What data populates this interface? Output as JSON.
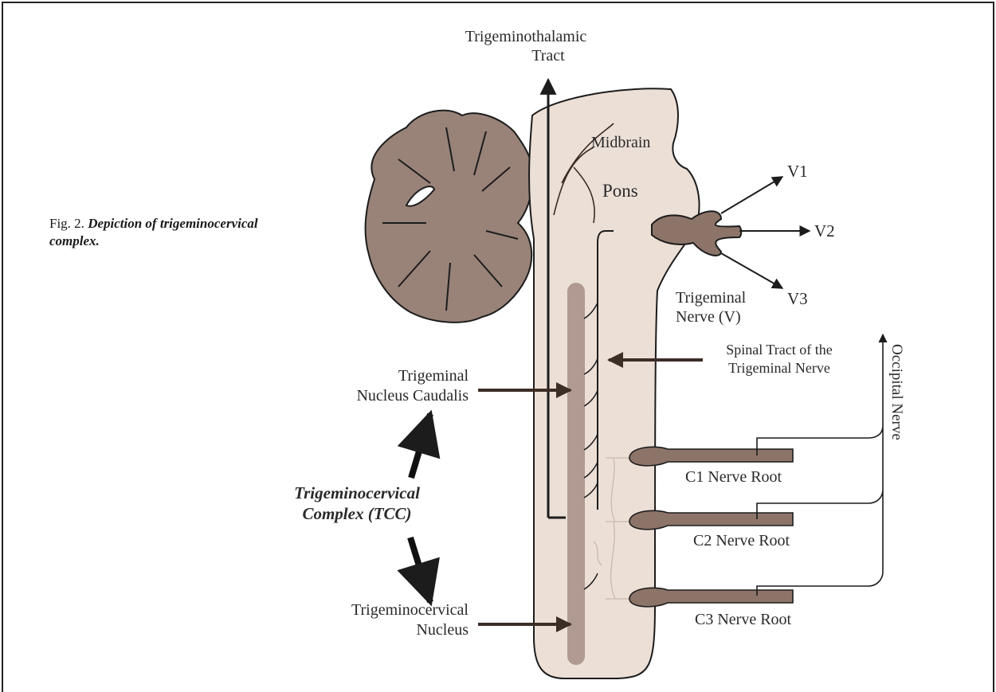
{
  "caption": {
    "figure_label": "Fig. 2.",
    "title": "Depiction of trigeminocervical complex."
  },
  "labels": {
    "trigeminothalamic_line1": "Trigeminothalamic",
    "trigeminothalamic_line2": "Tract",
    "midbrain": "Midbrain",
    "pons": "Pons",
    "v1": "V1",
    "v2": "V2",
    "v3": "V3",
    "trigeminal_nerve_line1": "Trigeminal",
    "trigeminal_nerve_line2": "Nerve (V)",
    "spinal_tract_line1": "Spinal Tract of the",
    "spinal_tract_line2": "Trigeminal Nerve",
    "occipital_nerve": "Occipital Nerve",
    "tnc_line1": "Trigeminal",
    "tnc_line2": "Nucleus Caudalis",
    "tcc_line1": "Trigeminocervical",
    "tcc_line2": "Complex (TCC)",
    "tcn_line1": "Trigeminocervical",
    "tcn_line2": "Nucleus",
    "c1": "C1 Nerve Root",
    "c2": "C2 Nerve Root",
    "c3": "C3 Nerve Root"
  },
  "colors": {
    "tissue": "#ecdfd6",
    "cerebellum": "#998379",
    "nerve": "#8d7469",
    "nucleus": "#b09a91",
    "outline": "#1c1c1c",
    "arrow": "#3d2d27"
  }
}
